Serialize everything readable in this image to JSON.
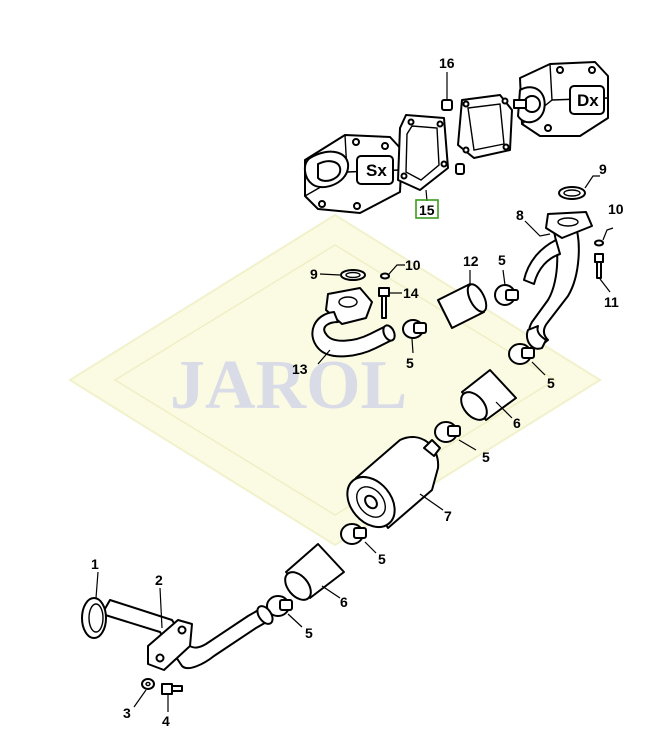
{
  "watermark": {
    "text": "JAROL"
  },
  "assemblies": {
    "left_pump": "Sx",
    "right_pump": "Dx"
  },
  "callouts": {
    "c1": "1",
    "c2": "2",
    "c3": "3",
    "c4": "4",
    "c5a": "5",
    "c5b": "5",
    "c5c": "5",
    "c5d": "5",
    "c5e": "5",
    "c5f": "5",
    "c6a": "6",
    "c6b": "6",
    "c7": "7",
    "c8": "8",
    "c9a": "9",
    "c9b": "9",
    "c10a": "10",
    "c10b": "10",
    "c11": "11",
    "c12": "12",
    "c13": "13",
    "c14": "14",
    "c15": "15",
    "c16": "16"
  },
  "highlighted_part": "15",
  "colors": {
    "highlight": "#3a9c1e",
    "watermark_fill": "#fbfbe4",
    "watermark_text": "#d9dbe6"
  }
}
